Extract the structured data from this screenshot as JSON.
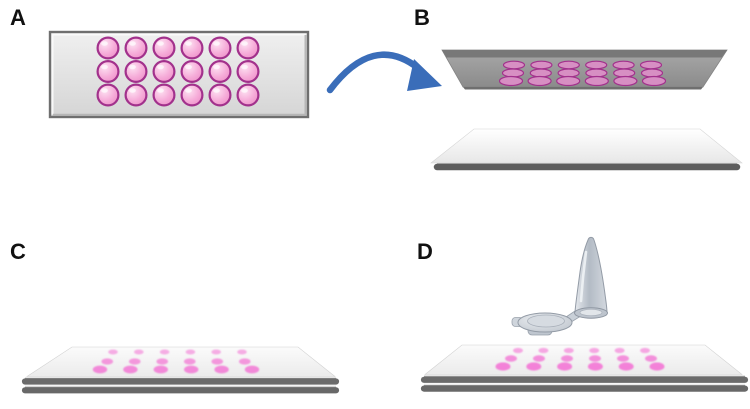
{
  "figure": {
    "type": "four-panel-lab-procedure-diagram",
    "panels": {
      "a": {
        "label": "A",
        "content": "well-plate-with-pink-samples"
      },
      "b": {
        "label": "B",
        "content": "inverted-plate-over-blank-slide"
      },
      "c": {
        "label": "C",
        "content": "stacked-slide-sandwich-with-pink-spots"
      },
      "d": {
        "label": "D",
        "content": "slide-sandwich-with-microcentrifuge-tube"
      }
    },
    "wells": {
      "rows": 3,
      "cols": 6,
      "count": 18
    },
    "spots": {
      "rows": 3,
      "cols": 6,
      "count": 18
    }
  },
  "colors": {
    "background": "#ffffff",
    "label_color": "#111111",
    "well_highlight": "#fde2f2",
    "well_fill": "#f6add9",
    "well_fill_deep": "#ec8cc6",
    "well_ring": "#a2318c",
    "flip_well_fill": "#d78fc3",
    "spot_pink": "#f36fd3",
    "arrow_blue": "#3a6db9",
    "plate_gray_light": "#dedede",
    "plate_gray_dark": "#9a9a9a",
    "slide_white": "#f5f5f5",
    "edge_gray": "#6b6b6b",
    "tube_gray": "#ccd3da"
  }
}
